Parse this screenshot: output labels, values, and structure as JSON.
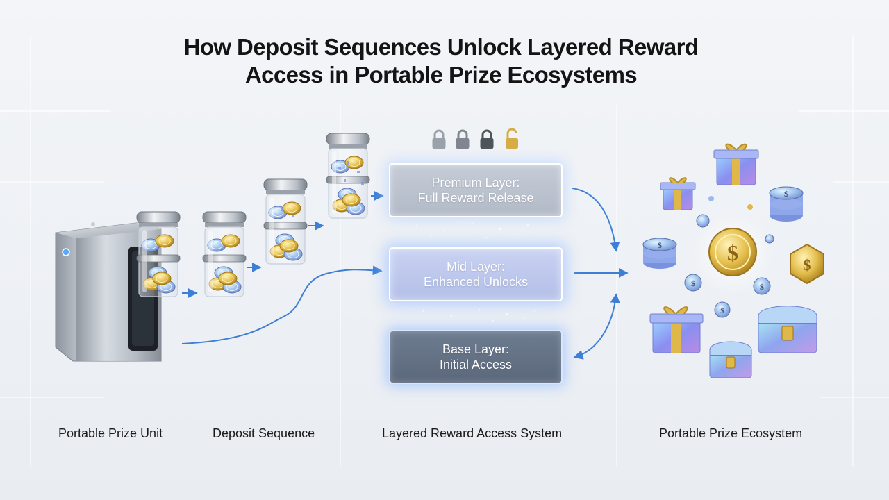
{
  "title": {
    "line1": "How Deposit Sequences Unlock Layered Reward",
    "line2": "Access in Portable Prize Ecosystems"
  },
  "layers": {
    "premium": {
      "line1": "Premium Layer:",
      "line2": "Full Reward Release"
    },
    "mid": {
      "line1": "Mid Layer:",
      "line2": "Enhanced Unlocks"
    },
    "base": {
      "line1": "Base Layer:",
      "line2": "Initial Access"
    }
  },
  "labels": {
    "unit": "Portable Prize Unit",
    "sequence": "Deposit Sequence",
    "system": "Layered Reward Access System",
    "ecosystem": "Portable Prize Ecosystem"
  },
  "locks": [
    {
      "state": "locked",
      "color": "#9aa1aa"
    },
    {
      "state": "locked",
      "color": "#7f868f"
    },
    {
      "state": "locked",
      "color": "#4e545c"
    },
    {
      "state": "unlocked",
      "color": "#d7ac46"
    }
  ],
  "colors": {
    "arrow": "#3d7fd6",
    "gold": "#e0b84a",
    "steel": "#a9b0b9"
  },
  "icons": {
    "coin": "dollar-coin-icon",
    "gift": "gift-box-icon",
    "chest": "treasure-chest-icon",
    "lock": "padlock-icon",
    "jar": "coin-jar-icon",
    "device": "prize-unit-icon"
  }
}
